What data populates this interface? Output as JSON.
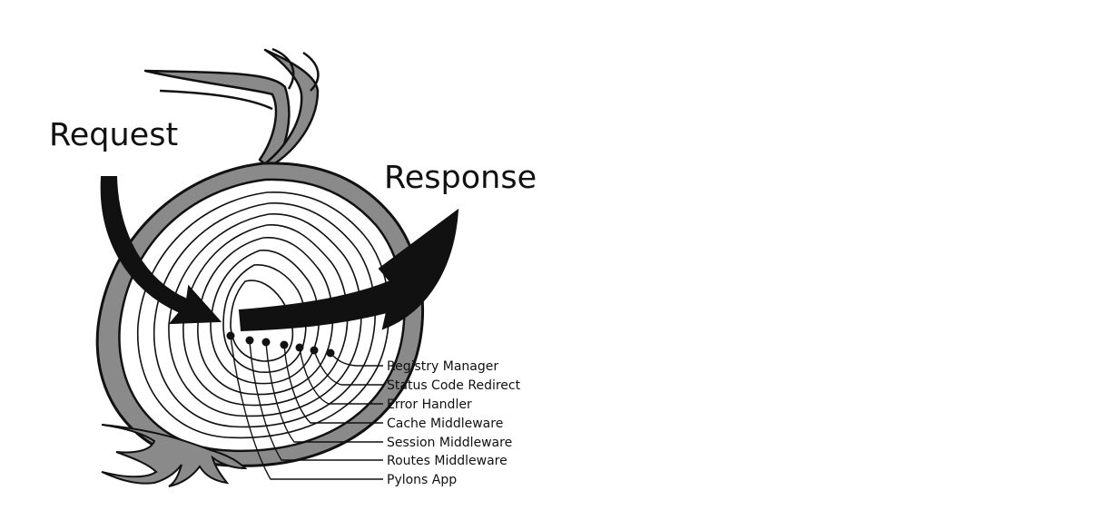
{
  "diagram": {
    "request_label": "Request",
    "response_label": "Response",
    "layers": [
      {
        "label": "Registry Manager"
      },
      {
        "label": "Status Code Redirect"
      },
      {
        "label": "Error Handler"
      },
      {
        "label": "Cache Middleware"
      },
      {
        "label": "Session Middleware"
      },
      {
        "label": "Routes Middleware"
      },
      {
        "label": "Pylons App"
      }
    ]
  },
  "colors": {
    "skin": "#8a8a8a",
    "ink": "#111111",
    "flesh": "#ffffff"
  }
}
